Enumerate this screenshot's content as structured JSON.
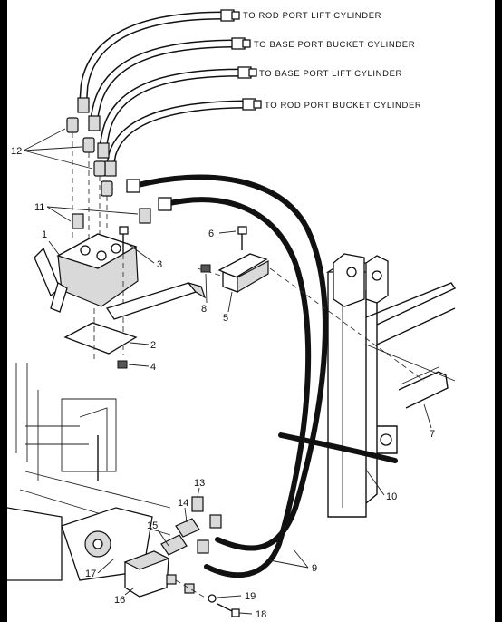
{
  "destinations": {
    "rod_port_lift": "TO ROD PORT LIFT CYLINDER",
    "base_port_bucket": "TO BASE PORT BUCKET CYLINDER",
    "base_port_lift": "TO BASE PORT LIFT CYLINDER",
    "rod_port_bucket": "TO ROD PORT BUCKET CYLINDER"
  },
  "callouts": {
    "c1": "1",
    "c2": "2",
    "c3": "3",
    "c4": "4",
    "c5": "5",
    "c6": "6",
    "c7": "7",
    "c8": "8",
    "c9": "9",
    "c10": "10",
    "c11": "11",
    "c12": "12",
    "c13": "13",
    "c14": "14",
    "c15": "15",
    "c16": "16",
    "c17": "17",
    "c18": "18",
    "c19": "19"
  }
}
